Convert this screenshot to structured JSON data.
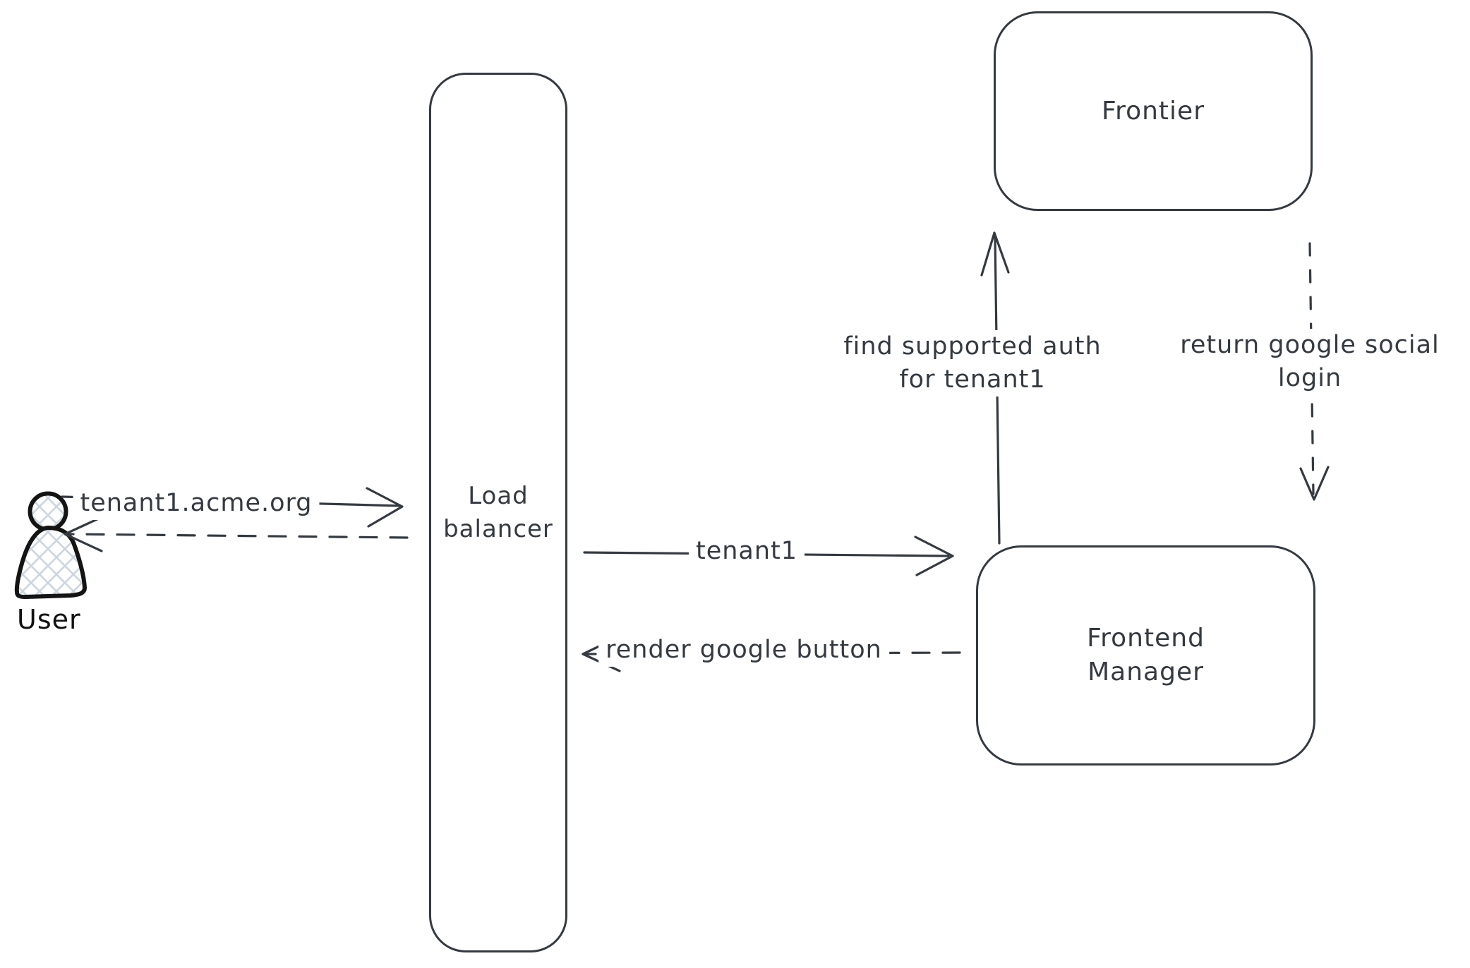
{
  "canvas": {
    "background": "#ffffff",
    "stroke_color": "#343a40",
    "user_icon_stroke": "#141414",
    "user_icon_hatch": "#cdd5de"
  },
  "nodes": {
    "user": {
      "label": "User"
    },
    "load_balancer": {
      "line1": "Load",
      "line2": "balancer"
    },
    "frontier": {
      "label": "Frontier"
    },
    "frontend_manager": {
      "line1": "Frontend",
      "line2": "Manager"
    }
  },
  "edges": {
    "user_to_lb": {
      "label": "tenant1.acme.org",
      "style": "solid"
    },
    "lb_to_user": {
      "label": "",
      "style": "dashed"
    },
    "lb_to_fm": {
      "label": "tenant1",
      "style": "solid"
    },
    "fm_to_lb": {
      "label": "render google button",
      "style": "dashed"
    },
    "fm_to_frontier": {
      "line1": "find supported auth",
      "line2": "for tenant1",
      "style": "solid"
    },
    "frontier_to_fm": {
      "line1": "return google social",
      "line2": "login",
      "style": "dashed"
    }
  }
}
